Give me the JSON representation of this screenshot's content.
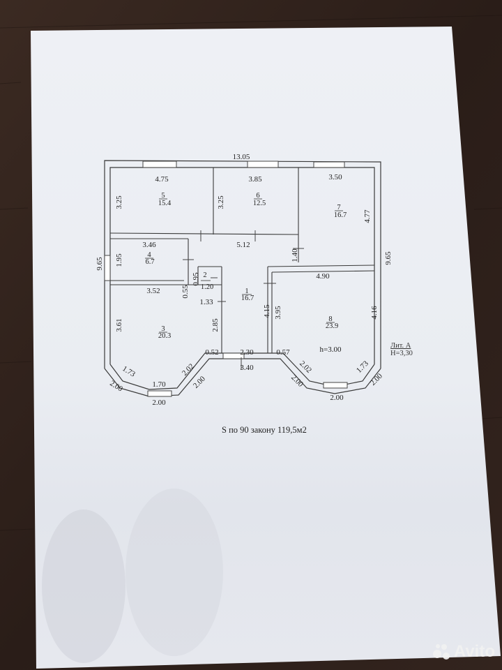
{
  "plan": {
    "dims": [
      {
        "id": "top-total",
        "t": "13.05"
      },
      {
        "id": "r5-w",
        "t": "4.75"
      },
      {
        "id": "r6-w",
        "t": "3.85"
      },
      {
        "id": "r7-w",
        "t": "3.50"
      },
      {
        "id": "r5-h",
        "t": "3.25"
      },
      {
        "id": "r6-h",
        "t": "3.25"
      },
      {
        "id": "r7-h",
        "t": "4.77"
      },
      {
        "id": "left-total",
        "t": "9.65"
      },
      {
        "id": "right-total",
        "t": "9.65"
      },
      {
        "id": "r4-w",
        "t": "3.46"
      },
      {
        "id": "r4-h",
        "t": "1.95"
      },
      {
        "id": "hall-w",
        "t": "5.12"
      },
      {
        "id": "hall-step",
        "t": "1.40"
      },
      {
        "id": "r2-h",
        "t": "0.95"
      },
      {
        "id": "r3-step",
        "t": "0.55"
      },
      {
        "id": "r3-w",
        "t": "3.52"
      },
      {
        "id": "r2-w",
        "t": "1.33"
      },
      {
        "id": "r8-w",
        "t": "4.90"
      },
      {
        "id": "r3-h",
        "t": "3.61"
      },
      {
        "id": "wall-285",
        "t": "2.85"
      },
      {
        "id": "hall-h",
        "t": "4.15"
      },
      {
        "id": "r8-h-left",
        "t": "3.95"
      },
      {
        "id": "r8-h-right",
        "t": "4.16"
      },
      {
        "id": "bay-052",
        "t": "0.52"
      },
      {
        "id": "entry-230",
        "t": "2.30"
      },
      {
        "id": "bay-057",
        "t": "0.57"
      },
      {
        "id": "entry-340",
        "t": "3.40"
      },
      {
        "id": "l-bay-173",
        "t": "1.73"
      },
      {
        "id": "l-bay-202",
        "t": "2.02"
      },
      {
        "id": "l-bay-200a",
        "t": "2.00"
      },
      {
        "id": "l-bay-170",
        "t": "1.70"
      },
      {
        "id": "l-bay-200b",
        "t": "2.00"
      },
      {
        "id": "l-bay-200c",
        "t": "2.00"
      },
      {
        "id": "r-bay-202",
        "t": "2.02"
      },
      {
        "id": "r-bay-173",
        "t": "1.73"
      },
      {
        "id": "r-bay-200a",
        "t": "2.00"
      },
      {
        "id": "r-bay-200b",
        "t": "2.00"
      },
      {
        "id": "r-bay-200c",
        "t": "2.00"
      },
      {
        "id": "height",
        "t": "h=3.00"
      }
    ],
    "rooms": [
      {
        "num": "5",
        "area": "15.4"
      },
      {
        "num": "6",
        "area": "12.5"
      },
      {
        "num": "7",
        "area": "16.7"
      },
      {
        "num": "4",
        "area": "6.7"
      },
      {
        "num": "2",
        "area": "1.20"
      },
      {
        "num": "1",
        "area": "16.7"
      },
      {
        "num": "3",
        "area": "20.3"
      },
      {
        "num": "8",
        "area": "23.9"
      }
    ]
  },
  "note": "S по 90 закону 119,5м2",
  "lit": {
    "line1": "Лит. А",
    "line2": "Н=3,30"
  },
  "watermark": "Avito",
  "colors": {
    "paper": "#eceef3",
    "table": "#2e211b",
    "ink": "#3a3a3a"
  }
}
